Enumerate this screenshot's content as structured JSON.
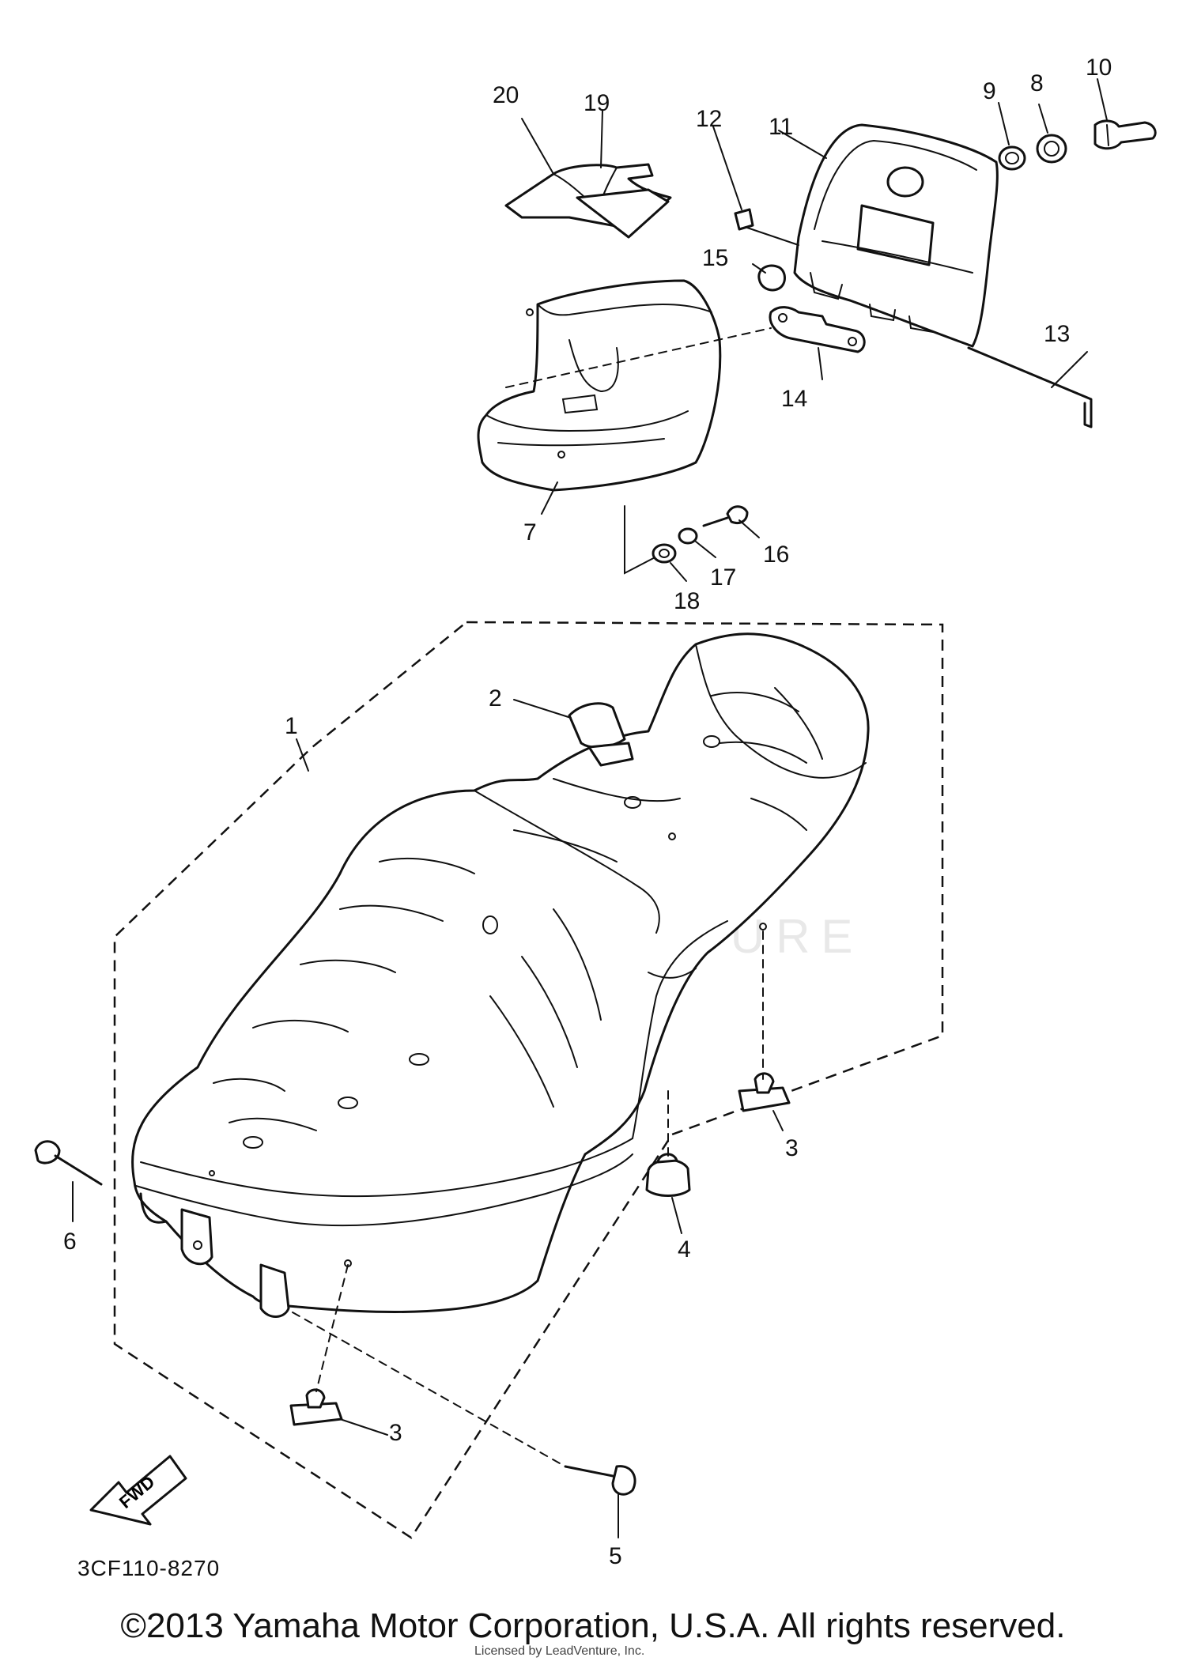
{
  "callouts": {
    "c1": "1",
    "c2": "2",
    "c3a": "3",
    "c3b": "3",
    "c4": "4",
    "c5": "5",
    "c6": "6",
    "c7": "7",
    "c8": "8",
    "c9": "9",
    "c10": "10",
    "c11": "11",
    "c12": "12",
    "c13": "13",
    "c14": "14",
    "c15": "15",
    "c16": "16",
    "c17": "17",
    "c18": "18",
    "c19": "19",
    "c20": "20"
  },
  "watermark": "LEADVENTURE",
  "diagram_code": "3CF110-8270",
  "fwd_arrow_label": "FWD",
  "copyright": "©2013 Yamaha Motor Corporation, U.S.A. All rights reserved.",
  "reseller_note": "Licensed by LeadVenture, Inc."
}
